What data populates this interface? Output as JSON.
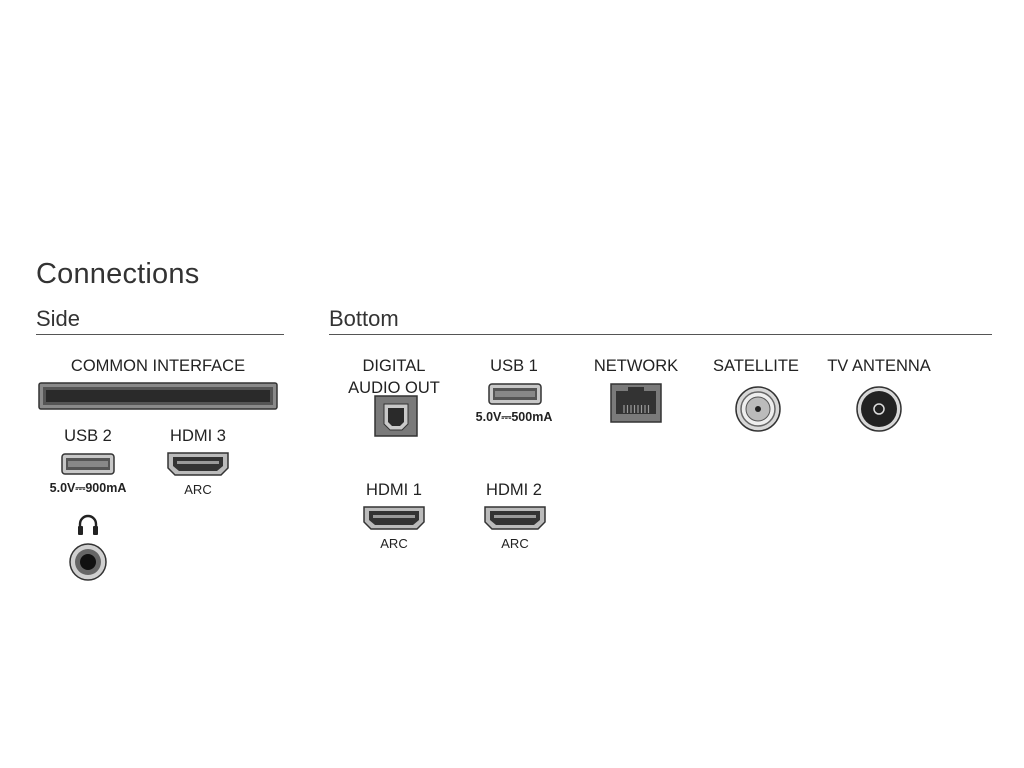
{
  "title": "Connections",
  "sections": {
    "side": "Side",
    "bottom": "Bottom"
  },
  "side": {
    "common_interface": "COMMON INTERFACE",
    "usb2": {
      "label": "USB 2",
      "rating": "5.0V⎓900mA"
    },
    "hdmi3": {
      "label": "HDMI 3",
      "sub": "ARC"
    },
    "headphone_icon": "headphone-icon"
  },
  "bottom": {
    "digital_audio": {
      "line1": "DIGITAL",
      "line2": "AUDIO OUT"
    },
    "usb1": {
      "label": "USB 1",
      "rating": "5.0V⎓500mA"
    },
    "network": {
      "label": "NETWORK"
    },
    "satellite": {
      "label": "SATELLITE"
    },
    "tv_antenna": {
      "label": "TV ANTENNA"
    },
    "hdmi1": {
      "label": "HDMI 1",
      "sub": "ARC"
    },
    "hdmi2": {
      "label": "HDMI 2",
      "sub": "ARC"
    }
  }
}
